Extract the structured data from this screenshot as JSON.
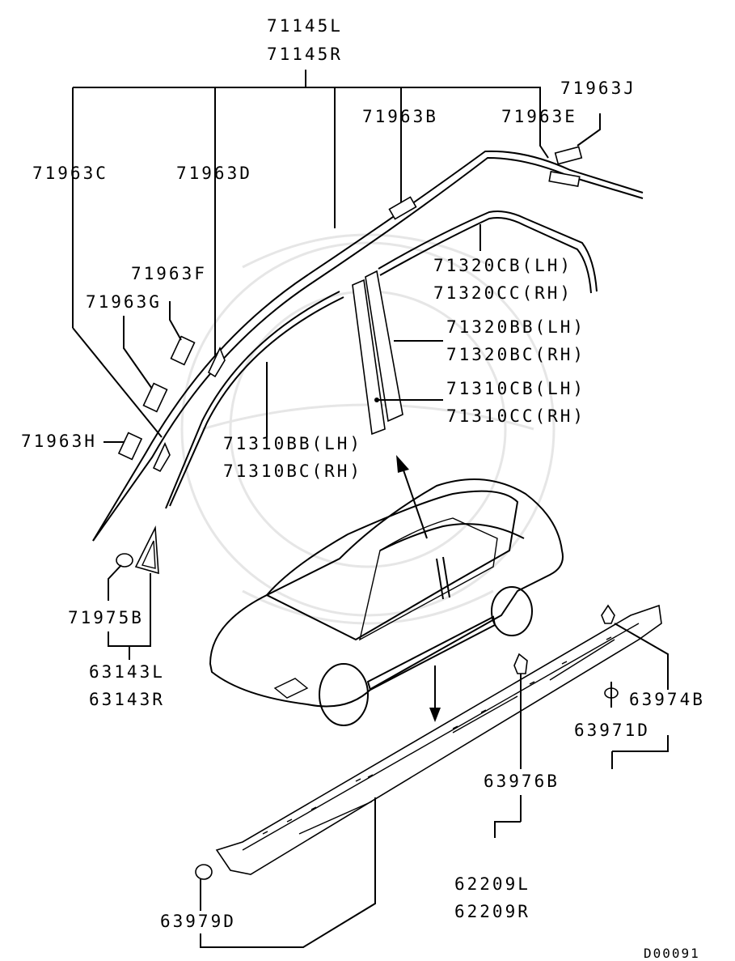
{
  "diagram": {
    "diagram_id": "D00091",
    "labels": {
      "p71145L": "71145L",
      "p71145R": "71145R",
      "p71963J": "71963J",
      "p71963B": "71963B",
      "p71963E": "71963E",
      "p71963C": "71963C",
      "p71963D": "71963D",
      "p71963F": "71963F",
      "p71963G": "71963G",
      "p71963H": "71963H",
      "p71320CB": "71320CB(LH)",
      "p71320CC": "71320CC(RH)",
      "p71320BB": "71320BB(LH)",
      "p71320BC": "71320BC(RH)",
      "p71310CB": "71310CB(LH)",
      "p71310CC": "71310CC(RH)",
      "p71310BB": "71310BB(LH)",
      "p71310BC": "71310BC(RH)",
      "p71975B": "71975B",
      "p63143L": "63143L",
      "p63143R": "63143R",
      "p63974B": "63974B",
      "p63971D": "63971D",
      "p63976B": "63976B",
      "p62209L": "62209L",
      "p62209R": "62209R",
      "p63979D": "63979D"
    }
  }
}
